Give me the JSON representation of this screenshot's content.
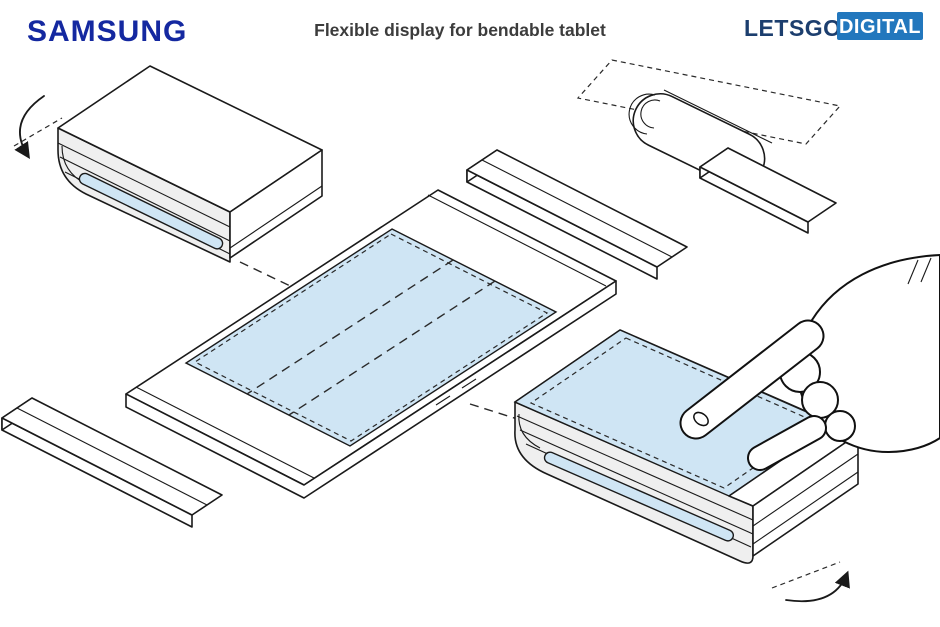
{
  "header": {
    "samsung_logo": "SAMSUNG",
    "title": "Flexible display for bendable tablet",
    "brand": {
      "letsgo": "LETSGO",
      "digital": "DIGITAL"
    }
  },
  "colors": {
    "samsung_blue": "#1428a0",
    "title_text": "#3c3c3c",
    "letsgo_navy": "#1c3e6e",
    "digital_box": "#2277bd",
    "digital_text": "#ffffff",
    "display_blue": "#cfe5f4",
    "line_ink": "#1a1a1a",
    "background": "#ffffff"
  },
  "icons": {
    "rotate_left": "curved-rotation-arrow-icon",
    "rotate_right": "curved-rotation-arrow-icon"
  }
}
